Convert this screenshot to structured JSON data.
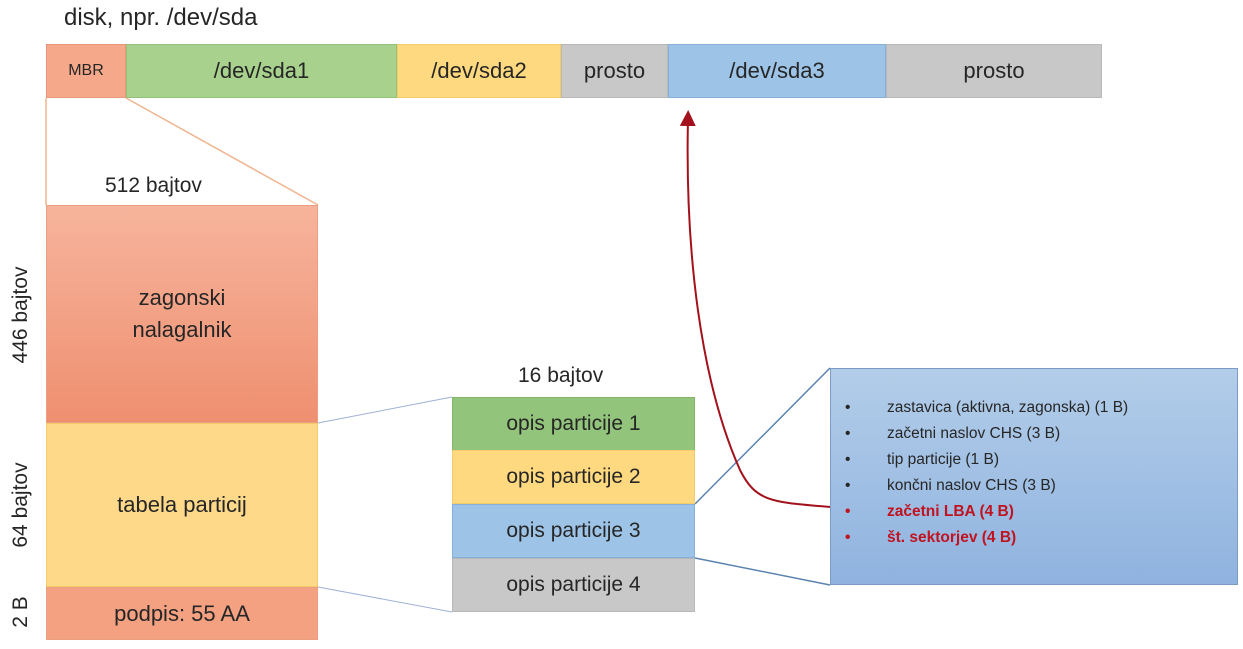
{
  "title": "disk, npr. /dev/sda",
  "disk_segments": [
    {
      "label": "MBR",
      "color": "#f5a98a"
    },
    {
      "label": "/dev/sda1",
      "color": "#a9d18e"
    },
    {
      "label": "/dev/sda2",
      "color": "#ffd97f"
    },
    {
      "label": "prosto",
      "color": "#c8c8c8"
    },
    {
      "label": "/dev/sda3",
      "color": "#9dc3e6"
    },
    {
      "label": "prosto",
      "color": "#c8c8c8"
    }
  ],
  "mbr": {
    "size_label": "512 bajtov",
    "blocks": [
      {
        "label": "zagonski nalagalnik",
        "size": "446 bajtov"
      },
      {
        "label": "tabela particij",
        "size": "64 bajtov"
      },
      {
        "label": "podpis: 55 AA",
        "size": "2 B"
      }
    ]
  },
  "partition_table": {
    "size_label": "16 bajtov",
    "entries": [
      "opis particije 1",
      "opis particije 2",
      "opis particije 3",
      "opis particije 4"
    ]
  },
  "entry_fields": [
    {
      "text": "zastavica (aktivna, zagonska) (1 B)",
      "highlight": false
    },
    {
      "text": "začetni naslov CHS (3 B)",
      "highlight": false
    },
    {
      "text": "tip particije (1 B)",
      "highlight": false
    },
    {
      "text": "končni naslov CHS (3 B)",
      "highlight": false
    },
    {
      "text": "začetni LBA (4 B)",
      "highlight": true
    },
    {
      "text": "št. sektorjev (4 B)",
      "highlight": true
    }
  ],
  "bullet": "•",
  "colors": {
    "highlight": "#c0121f",
    "arrow": "#a3121c"
  }
}
